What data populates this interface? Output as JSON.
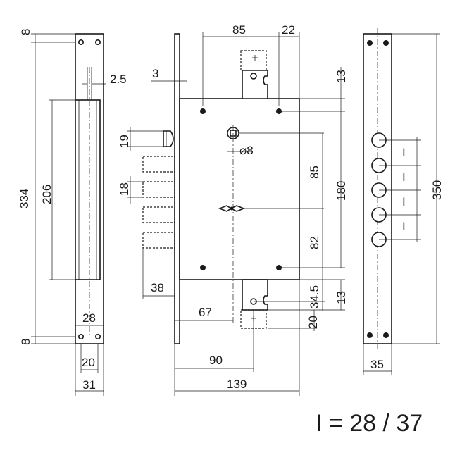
{
  "left_view": {
    "dim_top": "8",
    "dim_bottom": "8",
    "dim_height": "334",
    "dim_inner": "206",
    "dim_slot": "2.5",
    "dim_28": "28",
    "dim_20": "20",
    "dim_31": "31"
  },
  "front_view": {
    "dim_85": "85",
    "dim_22": "22",
    "dim_3": "3",
    "dim_19": "19",
    "dim_18": "18",
    "dim_38": "38",
    "dim_67": "67",
    "dim_90": "90",
    "dim_139": "139",
    "dim_dia": "⌀8",
    "dim_13_top": "13",
    "dim_85_v": "85",
    "dim_82": "82",
    "dim_180": "180",
    "dim_34_5": "34.5",
    "dim_13_bottom": "13",
    "dim_20": "20"
  },
  "right_view": {
    "dim_350": "350",
    "dim_35": "35",
    "marker_label": "I"
  },
  "note": "I = 28 / 37"
}
